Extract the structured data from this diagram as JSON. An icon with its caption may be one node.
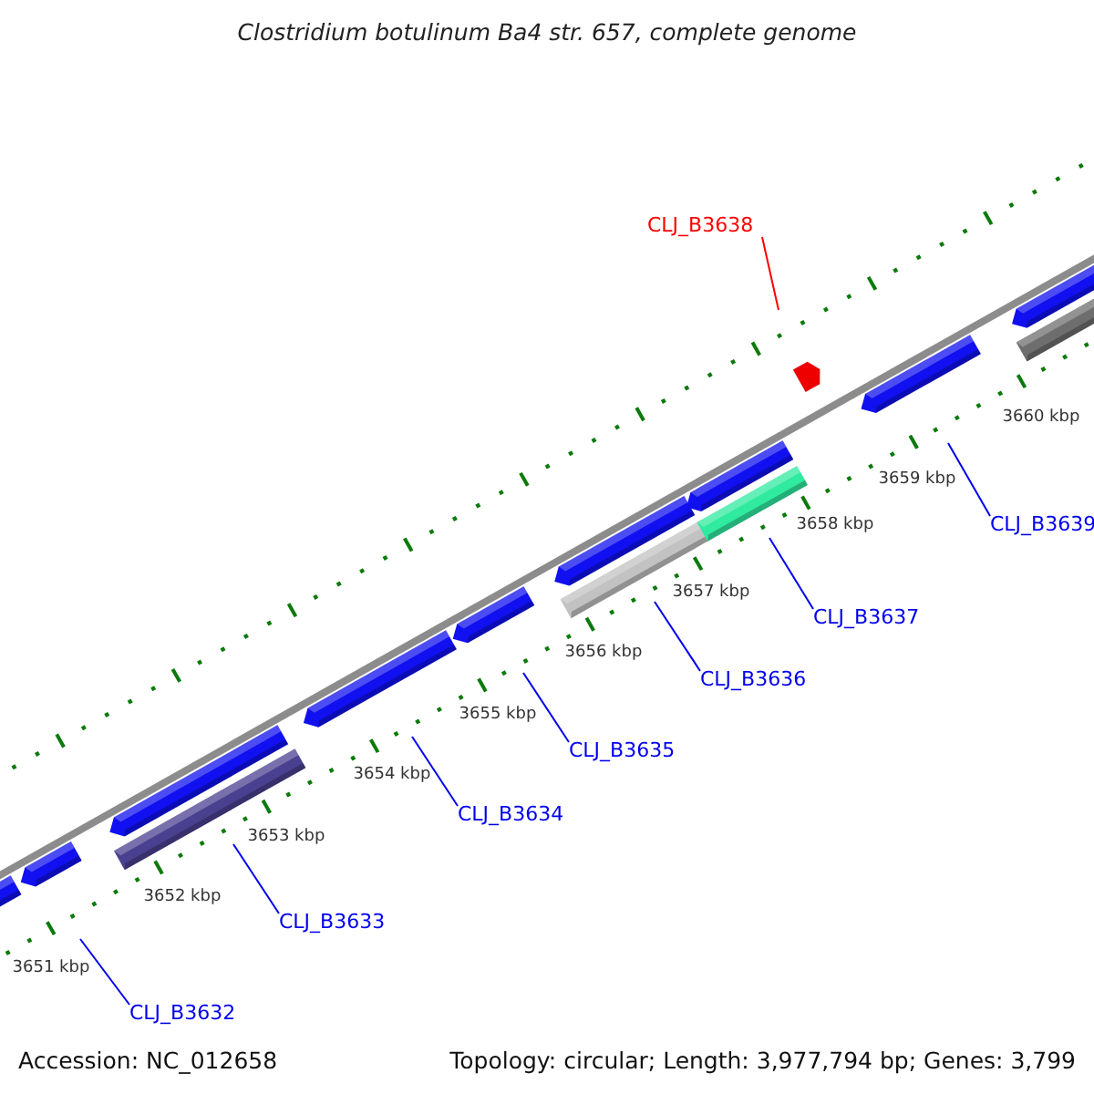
{
  "diagram": {
    "title": "Clostridium botulinum Ba4 str. 657, complete genome",
    "nodes": [
      {
        "text": [
          "CLJ_B3638"
        ]
      },
      {
        "text": [
          "CLJ_B3639"
        ]
      },
      {
        "text": [
          "CLJ_B3637"
        ]
      },
      {
        "text": [
          "CLJ_B3636"
        ]
      },
      {
        "text": [
          "CLJ_B3635"
        ]
      },
      {
        "text": [
          "CLJ_B3634"
        ]
      },
      {
        "text": [
          "CLJ_B3633"
        ]
      },
      {
        "text": [
          "CLJ_B3632"
        ]
      }
    ],
    "edges": [
      {
        "from": 0,
        "to": null,
        "arrow": "none",
        "color": "#ff0000"
      },
      {
        "from": 1,
        "to": null,
        "arrow": "none"
      },
      {
        "from": 2,
        "to": null,
        "arrow": "none"
      },
      {
        "from": 3,
        "to": null,
        "arrow": "none"
      },
      {
        "from": 4,
        "to": null,
        "arrow": "none"
      },
      {
        "from": 5,
        "to": null,
        "arrow": "none"
      },
      {
        "from": 6,
        "to": null,
        "arrow": "none"
      },
      {
        "from": 7,
        "to": null,
        "arrow": "none"
      }
    ],
    "labels": [
      "3651 kbp",
      "3652 kbp",
      "3653 kbp",
      "3654 kbp",
      "3655 kbp",
      "3656 kbp",
      "3657 kbp",
      "3658 kbp",
      "3659 kbp",
      "3660 kbp",
      "Accession: NC_012658",
      "Topology: circular; Length: 3,977,794 bp; Genes: 3,799"
    ]
  }
}
